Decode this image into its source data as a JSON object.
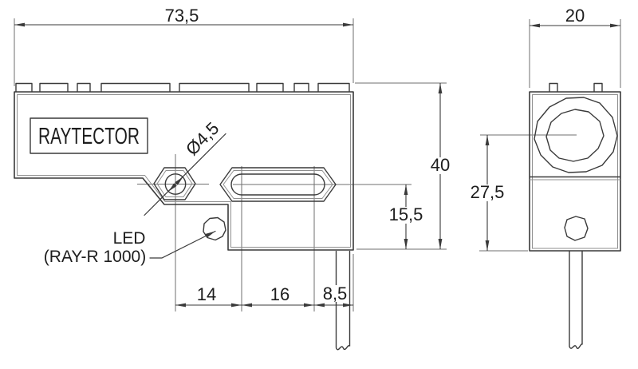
{
  "drawing": {
    "background_color": "#ffffff",
    "line_color": "#3a3a3a",
    "text_color": "#1d1d1d",
    "brand_label": "RAYTECTOR",
    "front_view": {
      "width_dim": "73,5",
      "height_dim": "40",
      "slot_center_to_bottom_dim": "15,5",
      "hex_to_slot_dim": "14",
      "slot_span_dim": "16",
      "slot_to_edge_dim": "8,5",
      "hole_diameter_label": "Ø4,5",
      "led_label": "LED",
      "led_model_label": "(RAY-R 1000)"
    },
    "side_view": {
      "width_dim": "20",
      "lens_center_to_bottom_dim": "27,5"
    }
  }
}
